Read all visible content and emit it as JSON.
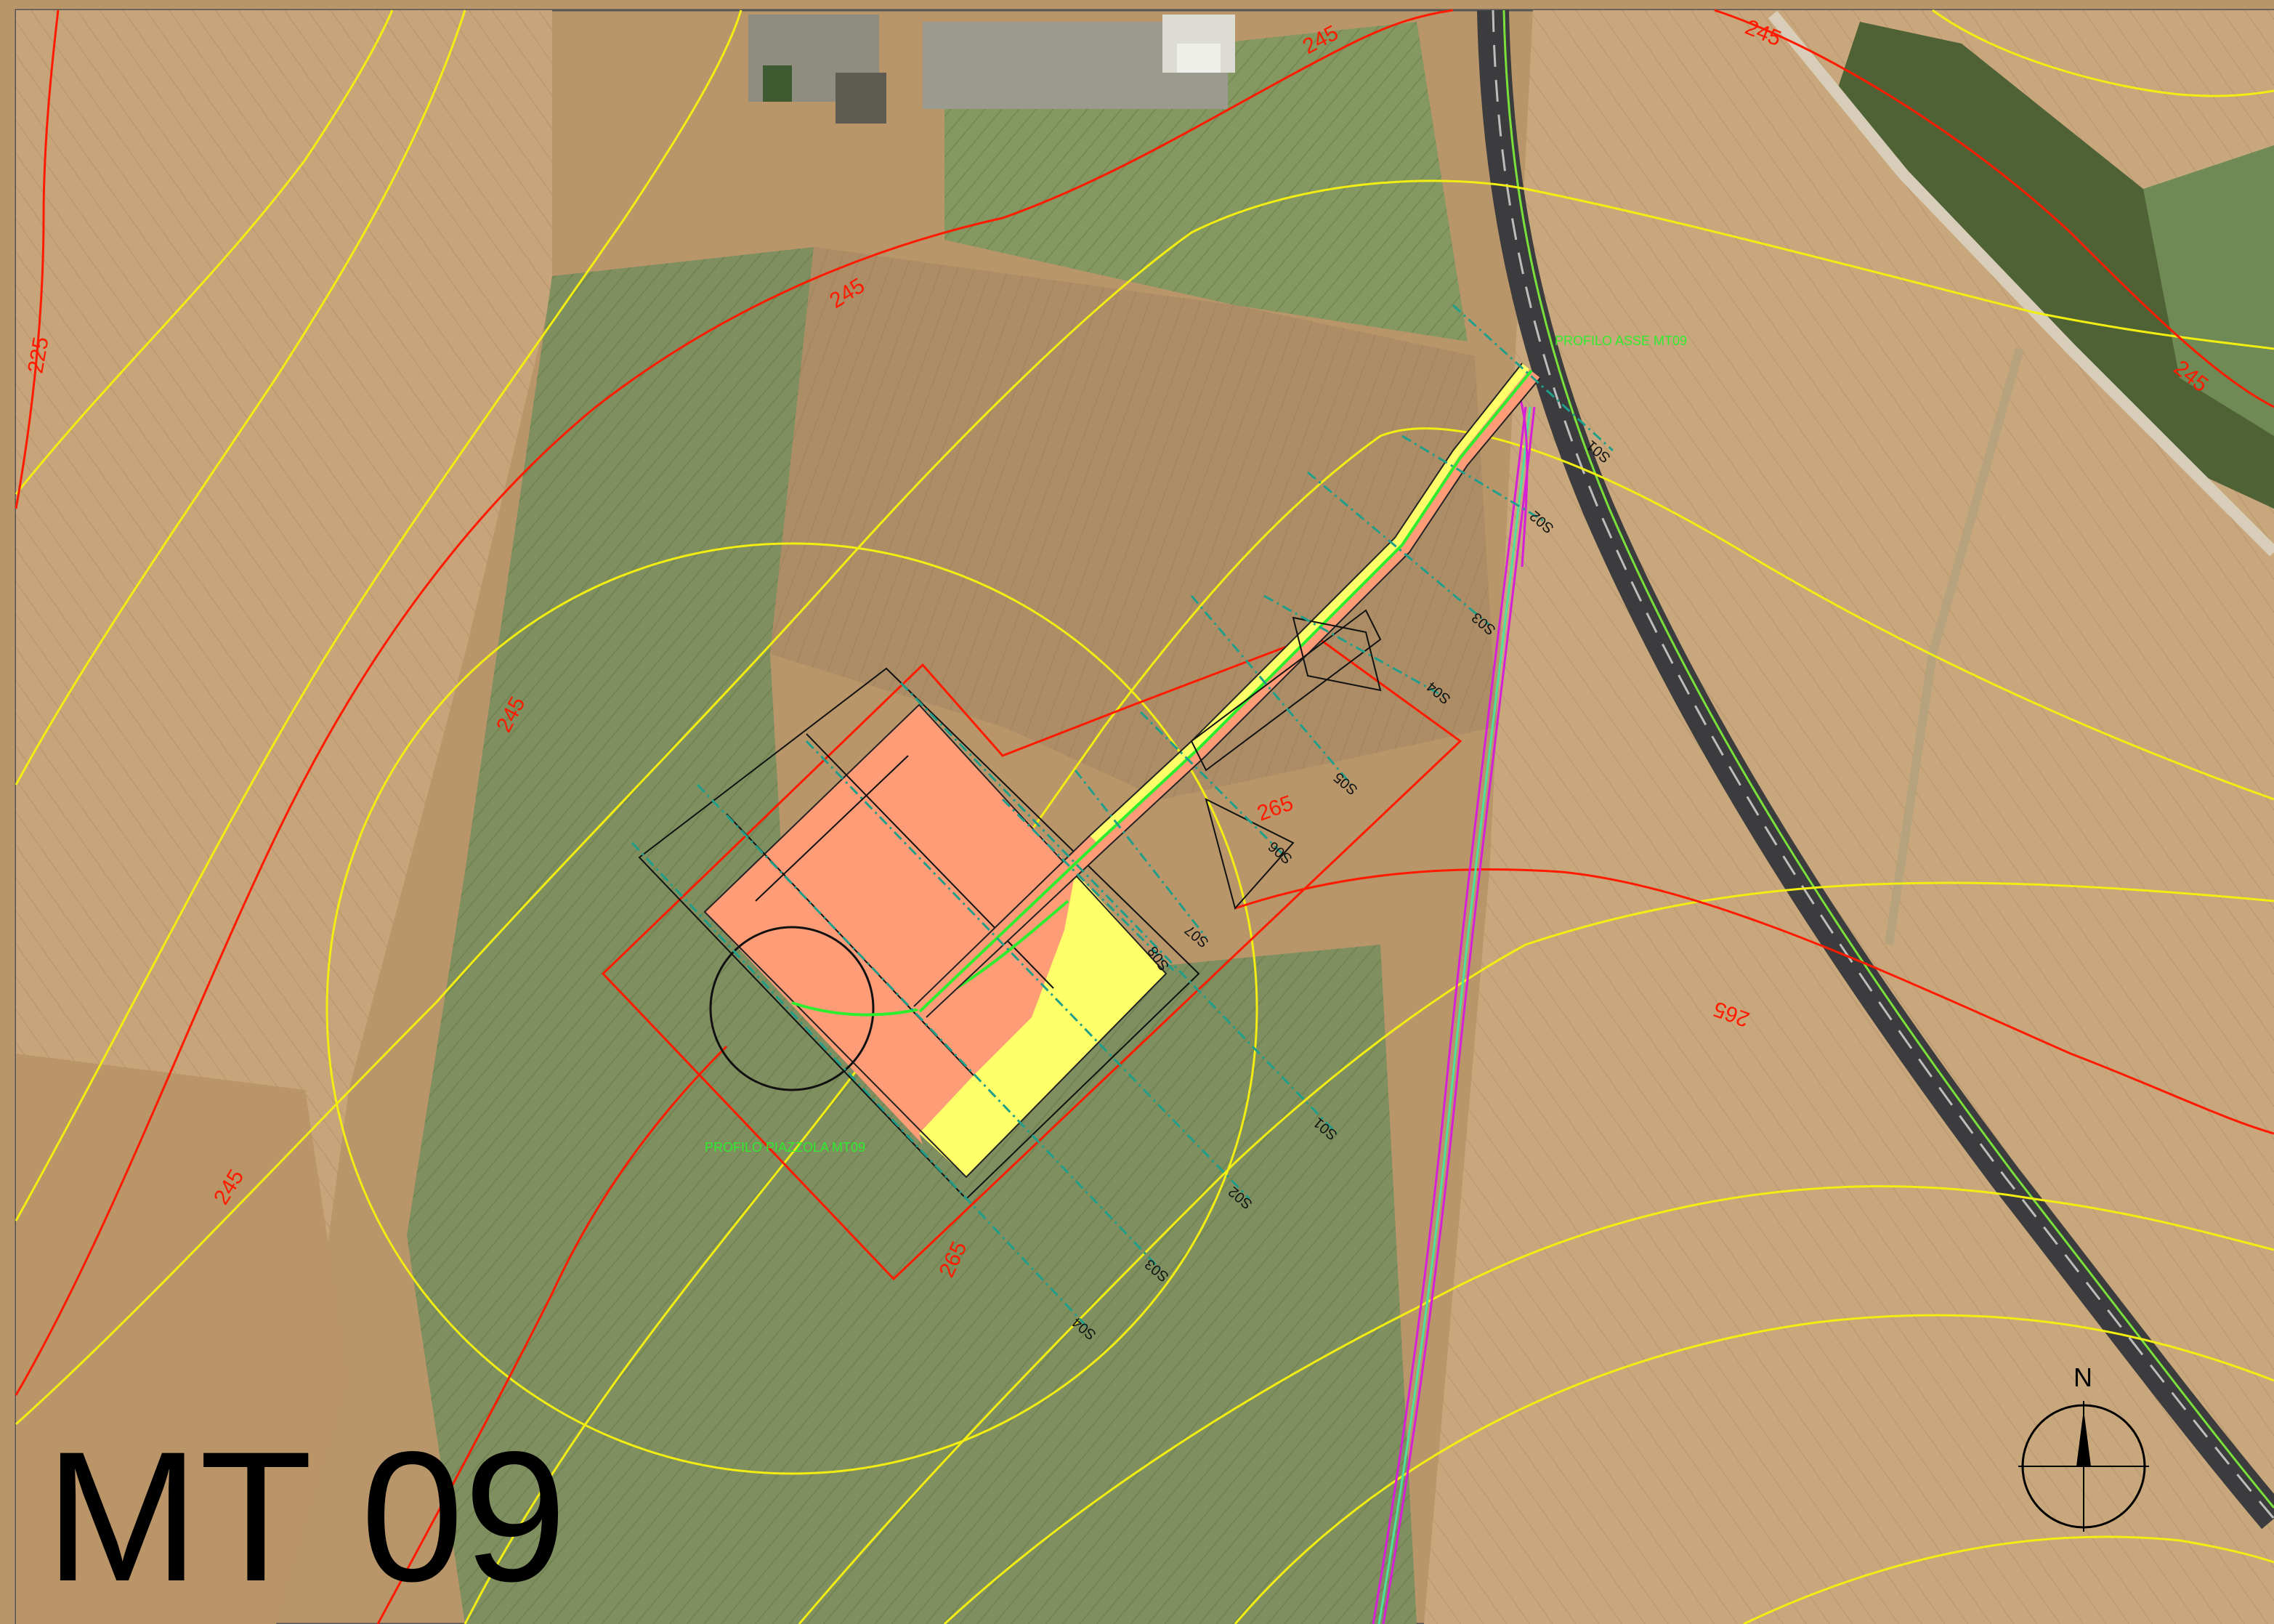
{
  "title": "MT 09",
  "north_label": "N",
  "profiles": {
    "road": "PROFILO ASSE MT09",
    "pad": "PROFILO PIAZZOLA MT09"
  },
  "contour_labels": {
    "c225": "225",
    "c245a": "245",
    "c245b": "245",
    "c245c": "245",
    "c245d": "245",
    "c245e": "245",
    "c245f": "245",
    "c265a": "265",
    "c265b": "265",
    "c265c": "265"
  },
  "road_sections": [
    "S01",
    "S02",
    "S03",
    "S04",
    "S05",
    "S06",
    "S07",
    "S08"
  ],
  "pad_sections": [
    "S01",
    "S02",
    "S03",
    "S04"
  ],
  "colors": {
    "contour_major": "#ff1a00",
    "contour_minor": "#f2ee12",
    "fill_cut": "#ff9c78",
    "fill_embankment": "#ffff6a",
    "profile": "#2eed2e",
    "pipeline": "#d61fd6",
    "section_line": "#1f9e8a",
    "road": "#3c3c3e"
  }
}
